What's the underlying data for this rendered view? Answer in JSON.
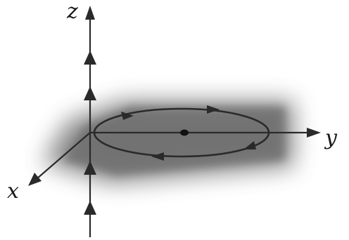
{
  "axes": {
    "z_label": "z",
    "y_label": "y",
    "x_label": "x"
  },
  "colors": {
    "line": "#2a2a2a",
    "shadow_core": "#6e6e6e",
    "background": "#ffffff"
  }
}
